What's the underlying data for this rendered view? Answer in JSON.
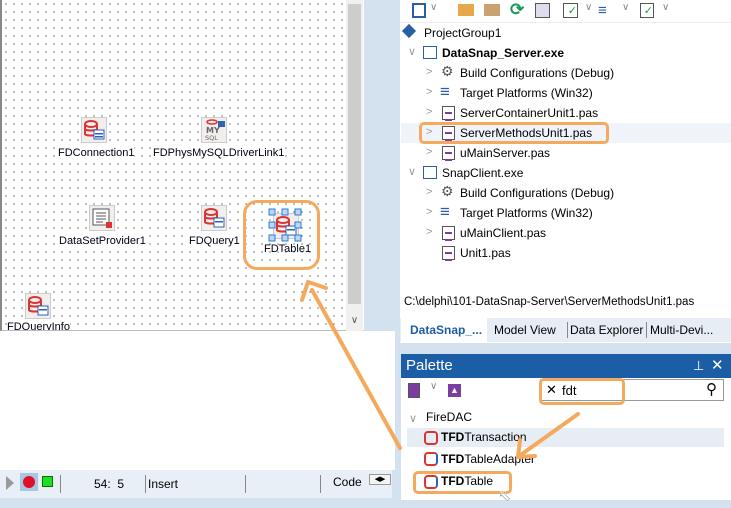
{
  "designer": {
    "components": [
      {
        "name": "FDConnection1",
        "icon": "database-connection-icon"
      },
      {
        "name": "FDPhysMySQLDriverLink1",
        "icon": "mysql-icon",
        "icon_text": "MY SQL"
      },
      {
        "name": "DataSetProvider1",
        "icon": "dataset-provider-icon"
      },
      {
        "name": "FDQuery1",
        "icon": "database-table-icon"
      },
      {
        "name": "FDTable1",
        "icon": "database-table-icon",
        "selected": true
      },
      {
        "name": "FDQueryInfo",
        "icon": "database-table-icon"
      }
    ]
  },
  "status_bar": {
    "position": "54:  5",
    "mode": "Insert",
    "view": "Code"
  },
  "project": {
    "group": "ProjectGroup1",
    "items": [
      {
        "label": "DataSnap_Server.exe",
        "bold": true
      },
      {
        "label": "Build Configurations (Debug)"
      },
      {
        "label": "Target Platforms (Win32)"
      },
      {
        "label": "ServerContainerUnit1.pas"
      },
      {
        "label": "ServerMethodsUnit1.pas",
        "highlighted": true
      },
      {
        "label": "uMainServer.pas"
      },
      {
        "label": "SnapClient.exe"
      },
      {
        "label": "Build Configurations (Debug)"
      },
      {
        "label": "Target Platforms (Win32)"
      },
      {
        "label": "uMainClient.pas"
      },
      {
        "label": "Unit1.pas"
      }
    ],
    "path": "C:\\delphi\\101-DataSnap-Server\\ServerMethodsUnit1.pas"
  },
  "tabs": [
    "DataSnap_...",
    "Model View",
    "Data Explorer",
    "Multi-Devi..."
  ],
  "palette": {
    "title": "Palette",
    "search_value": "fdt",
    "category": "FireDAC",
    "items": [
      {
        "bold": "TFD",
        "rest": "Transaction"
      },
      {
        "bold": "TFD",
        "rest": "TableAdapter"
      },
      {
        "bold": "TFD",
        "rest": "Table"
      }
    ]
  },
  "colors": {
    "accent": "#1b5ea6",
    "highlight": "#f5a95c"
  }
}
